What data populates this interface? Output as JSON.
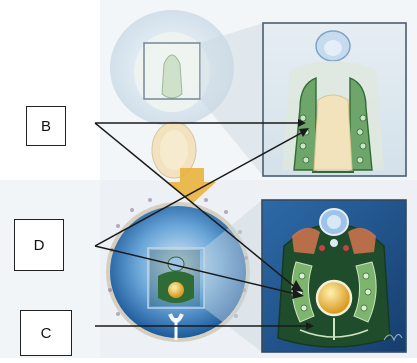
{
  "labels": {
    "b": "B",
    "d": "D",
    "c": "C"
  },
  "colors": {
    "yolk": "#e8b93a",
    "tissue_green": "#2f6b35",
    "blue_sac": "#3f86c8",
    "panel_blue": "#1f4f86",
    "arrow": "#e9b23d"
  }
}
